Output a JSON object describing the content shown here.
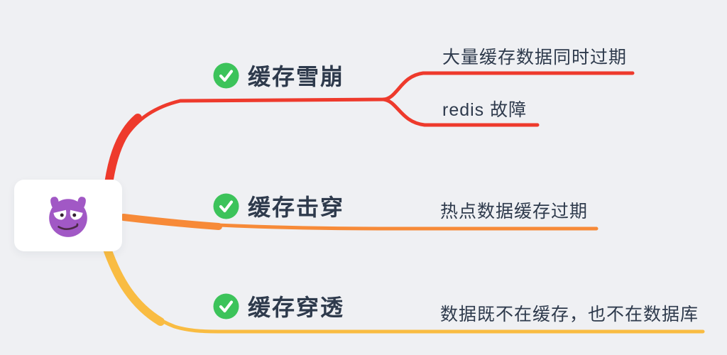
{
  "app": {
    "background_color": "#eff0f3",
    "text_color": "#2e3a4c"
  },
  "checkmark": {
    "icon": "check-circle-icon",
    "color": "#3cc35a"
  },
  "root": {
    "icon": "devil-face-emoji",
    "face_color": "#a158c5",
    "pupil_color": "#322031",
    "mouth_color": "#4c2a47",
    "box_color": "#ffffff"
  },
  "branches": [
    {
      "label": "缓存雪崩",
      "color": "#ee3a2c",
      "children": [
        {
          "label": "大量缓存数据同时过期"
        },
        {
          "label": "redis 故障"
        }
      ]
    },
    {
      "label": "缓存击穿",
      "color": "#f78a38",
      "children": [
        {
          "label": "热点数据缓存过期"
        }
      ]
    },
    {
      "label": "缓存穿透",
      "color": "#f9bc42",
      "children": [
        {
          "label": "数据既不在缓存，也不在数据库"
        }
      ]
    }
  ]
}
